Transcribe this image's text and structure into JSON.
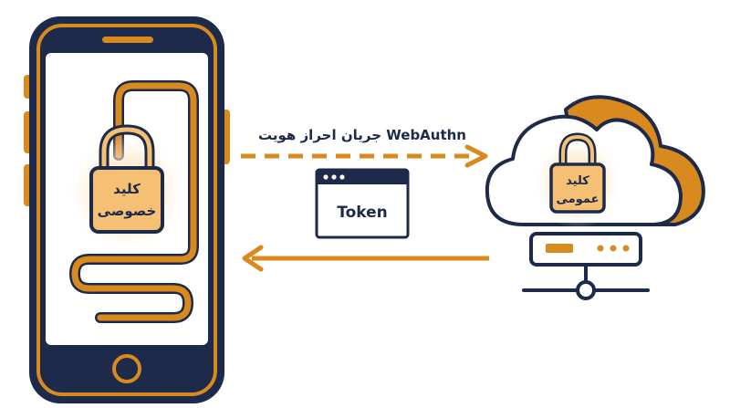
{
  "private_key": {
    "line1": "کلید",
    "line2": "خصوصی"
  },
  "public_key": {
    "line1": "کلید",
    "line2": "عمومی"
  },
  "flow_label": "جریان احراز هویت WebAuthn",
  "token_label": "Token",
  "colors": {
    "navy": "#1e2a4a",
    "orange": "#d98a1f",
    "lock_fill": "#f6c074",
    "glow": "#fde2b8",
    "white": "#ffffff"
  }
}
